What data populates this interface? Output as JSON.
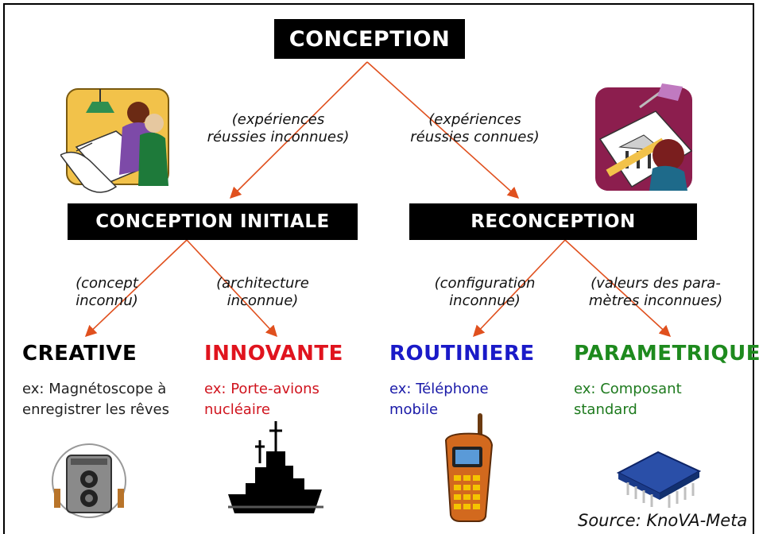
{
  "root": {
    "label": "CONCEPTION"
  },
  "branches": [
    {
      "label": "CONCEPTION INITIALE",
      "edge_label": [
        "(expériences",
        "réussies inconnues)"
      ]
    },
    {
      "label": "RECONCEPTION",
      "edge_label": [
        "(expériences",
        "réussies connues)"
      ]
    }
  ],
  "leaves": [
    {
      "title": "CREATIVE",
      "title_color": "#000000",
      "edge_label": [
        "(concept",
        "inconnu)"
      ],
      "example": [
        "ex: Magnétoscope à",
        "enregistrer les rêves"
      ],
      "icon": "tape-recorder-icon"
    },
    {
      "title": "INNOVANTE",
      "title_color": "#e0141e",
      "edge_label": [
        "(architecture",
        "inconnue)"
      ],
      "example": [
        "ex: Porte-avions",
        "nucléaire"
      ],
      "icon": "warship-icon"
    },
    {
      "title": "ROUTINIERE",
      "title_color": "#1a1ac8",
      "edge_label": [
        "(configuration",
        "inconnue)"
      ],
      "example": [
        "ex: Téléphone",
        "mobile"
      ],
      "icon": "mobile-phone-icon"
    },
    {
      "title": "PARAMETRIQUE",
      "title_color": "#1e8a1e",
      "edge_label": [
        "(valeurs des para-",
        "mètres inconnues)"
      ],
      "example": [
        "ex: Composant",
        "standard"
      ],
      "icon": "chip-icon"
    }
  ],
  "source": "Source: KnoVA-Meta",
  "colors": {
    "arrow": "#e0501e"
  }
}
